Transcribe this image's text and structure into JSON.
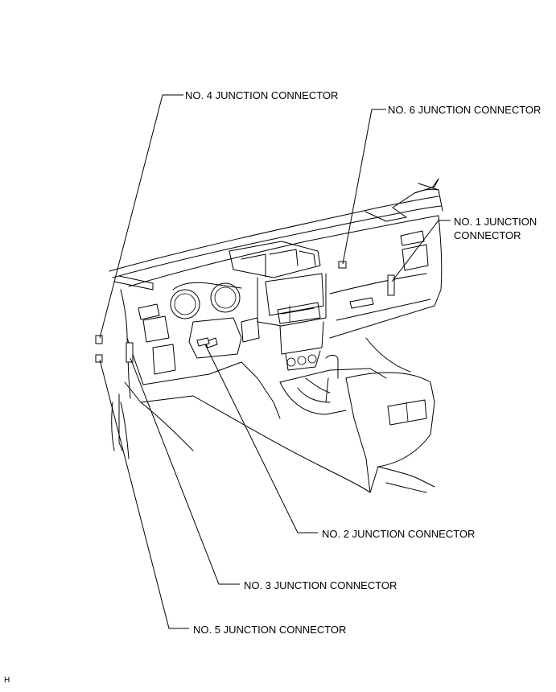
{
  "labels": {
    "no4": "NO. 4 JUNCTION CONNECTOR",
    "no6": "NO. 6 JUNCTION CONNECTOR",
    "no1_line1": "NO. 1 JUNCTION",
    "no1_line2": "CONNECTOR",
    "no2": "NO. 2 JUNCTION CONNECTOR",
    "no3": "NO. 3 JUNCTION CONNECTOR",
    "no5": "NO. 5 JUNCTION CONNECTOR"
  },
  "corner_mark": "H"
}
